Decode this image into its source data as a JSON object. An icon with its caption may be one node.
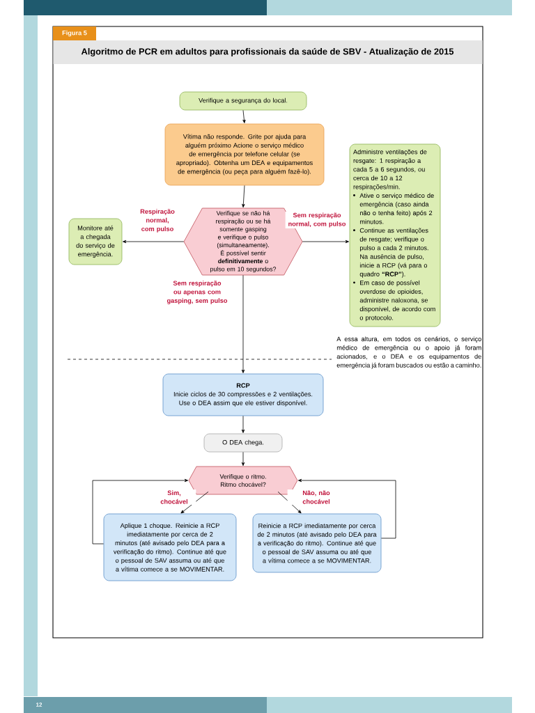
{
  "diagram": {
    "title": "Algoritmo de PCR em adultos para profissionais da saúde de SBV - Atualização de 2015",
    "nodes": [
      {
        "text": [
          "Verifique a segurança do local."
        ]
      },
      {
        "text": [
          "Vítima não responde. Grite por ajuda para alguém próximo Acione o serviço médico de emergência por telefone celular (se apropriado). Obtenha um DEA e equipamentos de emergência (ou peça para alguém fazê-lo)."
        ]
      },
      {
        "text": [
          "Verifique se não há respiração ou se há somente gasping e verifique o pulso (simultaneamente). É possível sentir **definitivamente** o pulso em 10 segundos?"
        ]
      },
      {
        "text": [
          "Monitore até a chegada do serviço de emergência."
        ]
      },
      {
        "text": [
          "Administre ventilações de resgate: 1 respiração a cada 5 a 6 segundos, ou cerca de 10 a 12 respirações/min.",
          "Ative o serviço médico de emergência (caso ainda não o tenha feito) após 2 minutos.",
          "Continue as ventilações de resgate; verifique o pulso a cada 2 minutos. Na ausência de pulso, inicie a RCP (vá para o quadro **“RCP”**).",
          "Em caso de possível overdose de opioides, administre naloxona, se disponível, de acordo com o protocolo."
        ]
      },
      {
        "text": [
          "RCP",
          "Inicie ciclos de 30 compressões e 2 ventilações. Use o DEA assim que ele estiver disponível."
        ]
      },
      {
        "text": [
          "O DEA chega."
        ]
      },
      {
        "text": [
          "Verifique o ritmo. Ritmo chocável?"
        ]
      },
      {
        "text": [
          "Aplique 1 choque. Reinicie a RCP imediatamente por cerca de 2 minutos (até avisado pelo DEA para a verificação do ritmo). Continue até que o pessoal de SAV assuma ou até que a vítima comece a se MOVIMENTAR."
        ]
      },
      {
        "text": [
          "Reinicie a RCP imediatamente por cerca de 2 minutos (até avisado pelo DEA para a verificação do ritmo). Continue até que o pessoal de SAV assuma ou até que a vítima comece a se MOVIMENTAR."
        ]
      }
    ],
    "edges": [
      {
        "from": 0,
        "to": 1,
        "arrow": "to"
      },
      {
        "from": 1,
        "to": 2,
        "arrow": "to"
      },
      {
        "from": 2,
        "to": 3,
        "arrow": "to",
        "label": "Respiração normal, com pulso"
      },
      {
        "from": 2,
        "to": 4,
        "arrow": "to",
        "label": "Sem respiração normal, com pulso"
      },
      {
        "from": 2,
        "to": 5,
        "arrow": "to",
        "label": "Sem respiração ou apenas com gasping, sem pulso"
      },
      {
        "from": 5,
        "to": 6,
        "arrow": "to"
      },
      {
        "from": 6,
        "to": 7,
        "arrow": "to"
      },
      {
        "from": 7,
        "to": 8,
        "arrow": "to",
        "label": "Sim, chocável"
      },
      {
        "from": 7,
        "to": 9,
        "arrow": "to",
        "label": "Não, não chocável"
      },
      {
        "from": 8,
        "to": 7,
        "arrow": "to"
      },
      {
        "from": 9,
        "to": 7,
        "arrow": "to"
      }
    ],
    "labels": [
      "Figura 5",
      "A essa altura, em todos os cenários, o serviço médico de emergência ou o apoio já foram acionados, e o DEA e os equipamentos de emergência já foram buscados ou estão a caminho.",
      "12"
    ]
  }
}
